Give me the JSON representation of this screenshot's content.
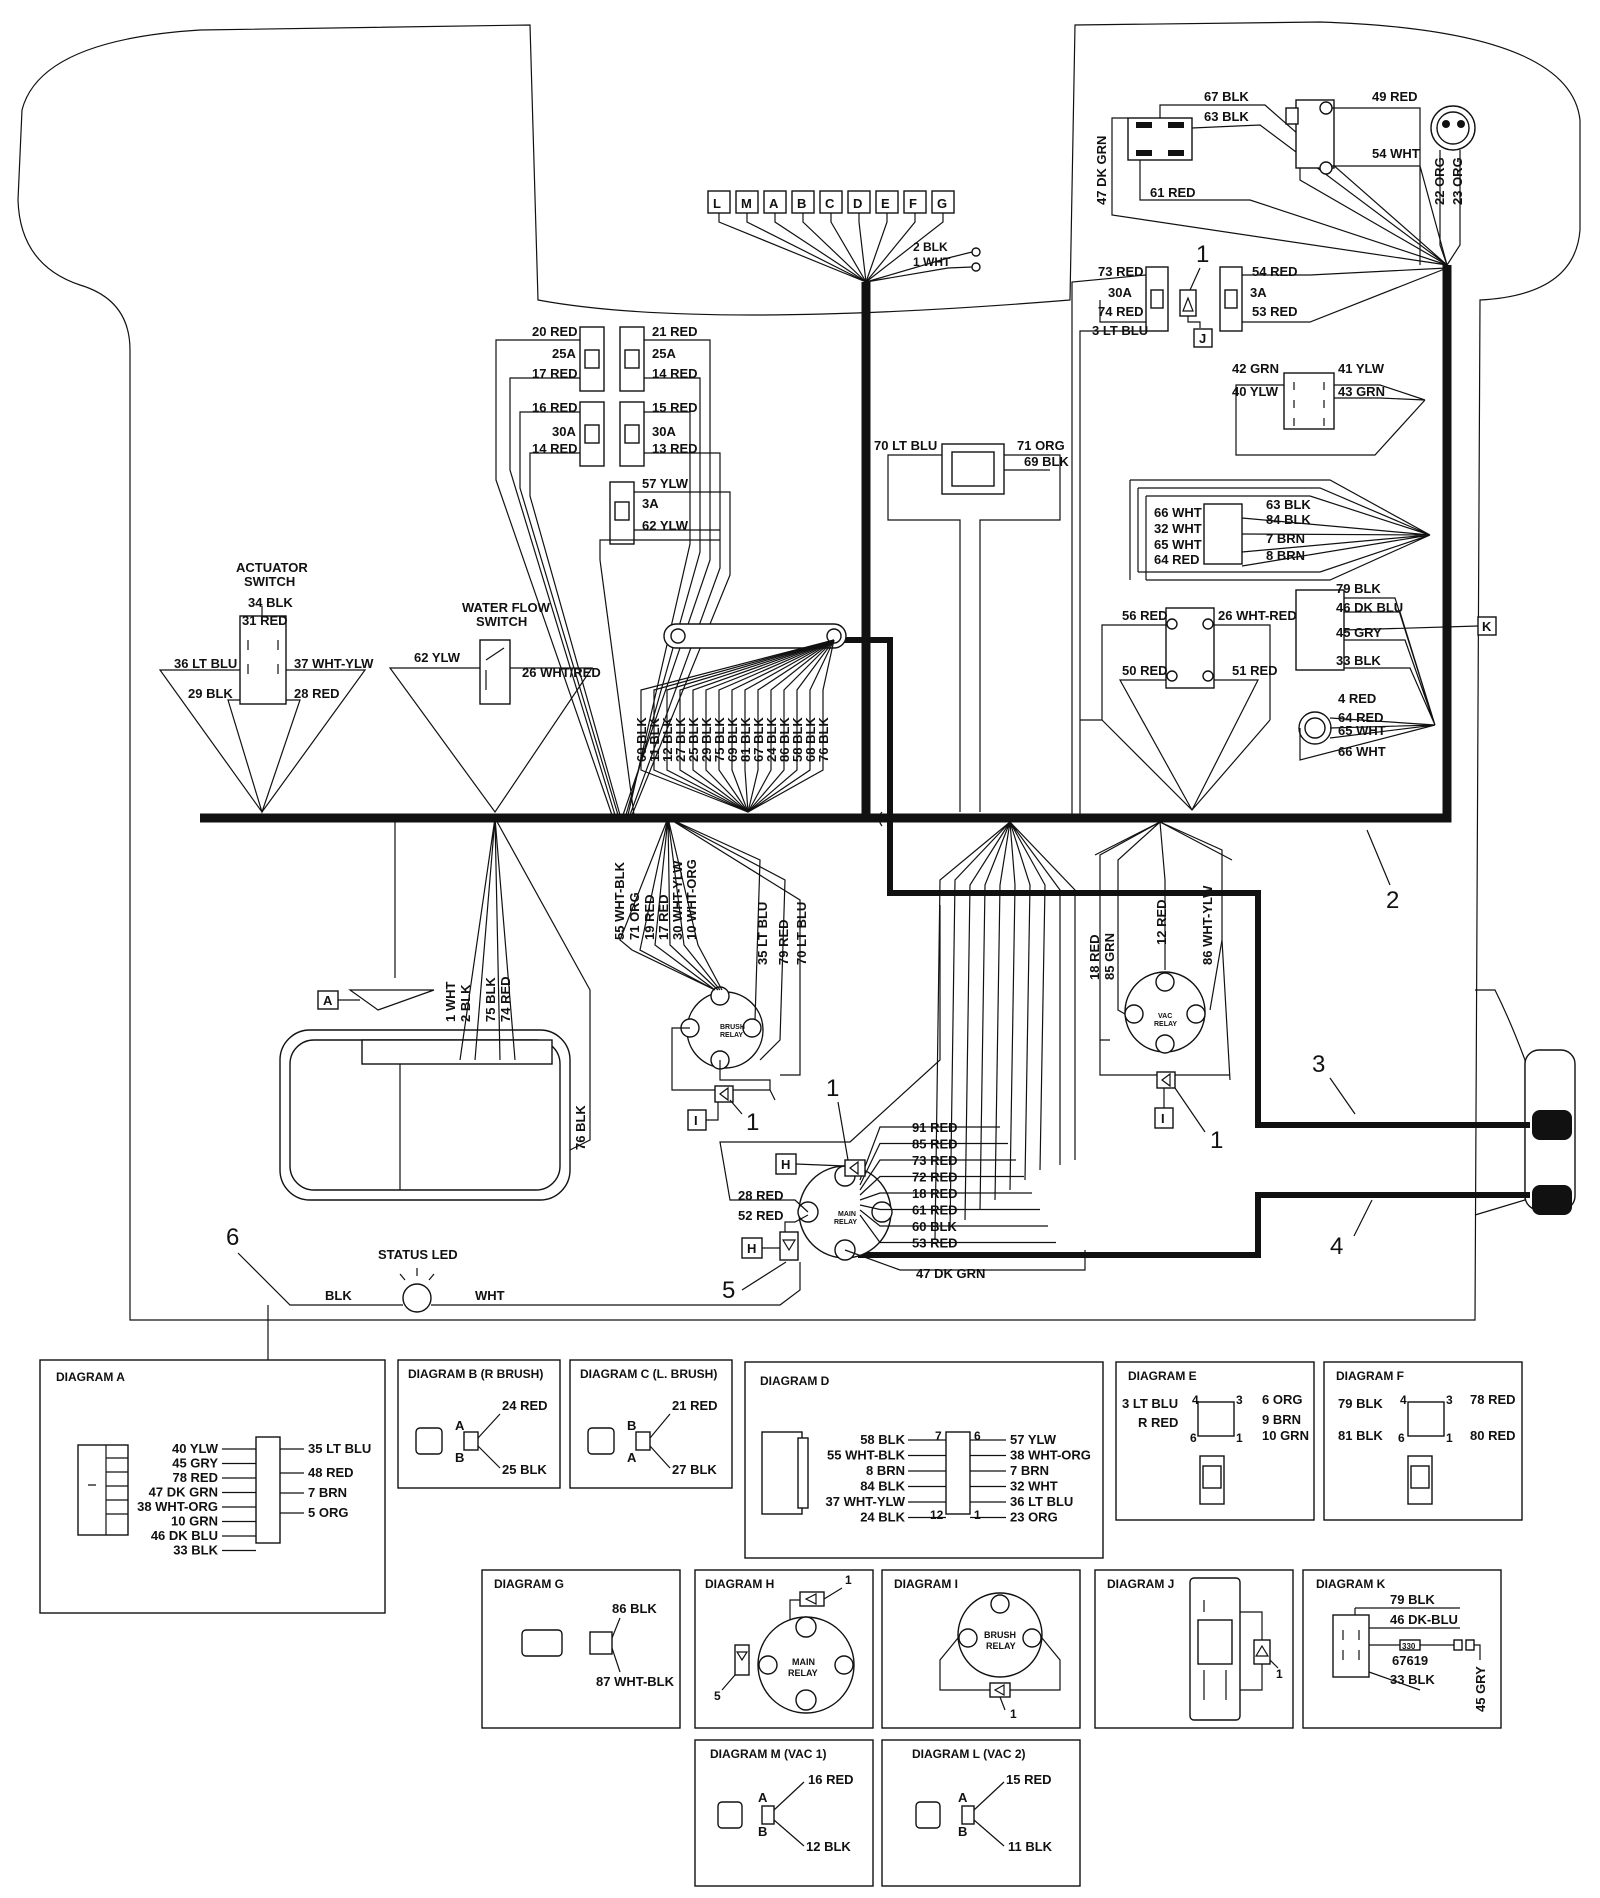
{
  "callouts": {
    "top_letters": [
      "L",
      "M",
      "A",
      "B",
      "C",
      "D",
      "E",
      "F",
      "G"
    ],
    "j": "J",
    "k": "K",
    "a": "A",
    "i_left": "I",
    "i_right": "I",
    "h_top": "H",
    "h_bottom": "H",
    "n1_top": "1",
    "n1_brush": "1",
    "n1_main": "1",
    "n1_vac": "1",
    "n2": "2",
    "n3": "3",
    "n4": "4",
    "n5": "5",
    "n6": "6"
  },
  "wires_top": {
    "ground_2": "2 BLK",
    "ground_1": "1 WHT",
    "relay_67": "67 BLK",
    "relay_63": "63 BLK",
    "wire_47": "47 DK GRN",
    "wire_61": "61 RED",
    "mod_49": "49 RED",
    "mod_54": "54 WHT",
    "conn_22": "22 ORG",
    "conn_23": "23 ORG"
  },
  "fuses_right": {
    "f73": "73 RED",
    "f30a": "30A",
    "f74": "74 RED",
    "f3": "3 LT BLU",
    "f54": "54 RED",
    "f3a": "3A",
    "f53": "53 RED"
  },
  "switch_right": {
    "w42": "42 GRN",
    "w41": "41 YLW",
    "w40": "40 YLW",
    "w43": "43 GRN"
  },
  "relay_right": {
    "w66": "66 WHT",
    "w32": "32 WHT",
    "w65": "65 WHT",
    "w64": "64 RED",
    "w63": "63 BLK",
    "w84": "84 BLK",
    "w7": "7 BRN",
    "w8": "8 BRN"
  },
  "breaker_right": {
    "w56": "56 RED",
    "w26": "26 WHT-RED",
    "w50": "50 RED",
    "w51": "51 RED"
  },
  "kconn": {
    "w79": "79 BLK",
    "w46": "46 DK BLU",
    "w45": "45 GRY",
    "w33": "33 BLK",
    "w4": "4 RED",
    "w64": "64 RED",
    "w65": "65 WHT",
    "w66": "66 WHT"
  },
  "mid_module": {
    "w70": "70 LT BLU",
    "w71": "71 ORG",
    "w69": "69 BLK"
  },
  "fuses_left": {
    "w20": "20 RED",
    "a25_1": "25A",
    "w17": "17 RED",
    "w21": "21 RED",
    "a25_2": "25A",
    "w14a": "14 RED",
    "w16": "16 RED",
    "a30_1": "30A",
    "w14b": "14 RED",
    "w15": "15 RED",
    "a30_2": "30A",
    "w13": "13 RED",
    "w57": "57 YLW",
    "a3": "3A",
    "w62": "62 YLW"
  },
  "ground_bundle": [
    "60 BLK",
    "11 BLK",
    "12 BLK",
    "27 BLK",
    "25 BLK",
    "29 BLK",
    "75 BLK",
    "69 BLK",
    "81 BLK",
    "67 BLK",
    "24 BLK",
    "86 BLK",
    "58 BLK",
    "68 BLK",
    "76 BLK"
  ],
  "actuator": {
    "title1": "ACTUATOR",
    "title2": "SWITCH",
    "w34": "34 BLK",
    "w31": "31 RED",
    "w36": "36 LT BLU",
    "w37": "37 WHT-YLW",
    "w29": "29 BLK",
    "w28": "28 RED"
  },
  "waterflow": {
    "title1": "WATER FLOW",
    "title2": "SWITCH",
    "w62": "62 YLW",
    "w26": "26 WHT/RED"
  },
  "controller": {
    "w1": "1 WHT",
    "w2": "2 BLK",
    "w75": "75 BLK",
    "w74": "74 RED",
    "w76": "76 BLK"
  },
  "brush_relay": {
    "label1": "BRUSH",
    "label2": "RELAY",
    "w55": "55 WHT-BLK",
    "w71": "71 ORG",
    "w19": "19 RED",
    "w17": "17 RED",
    "w30": "30 WHT-YLW",
    "w10": "10 WHT-ORG",
    "w35": "35 LT BLU",
    "w79": "79 RED",
    "w70": "70 LT BLU"
  },
  "vac_relay": {
    "label1": "VAC",
    "label2": "RELAY",
    "w18": "18 RED",
    "w85": "85 GRN",
    "w12": "12 RED",
    "w86": "86 WHT-YLW"
  },
  "main_relay": {
    "label1": "MAIN",
    "label2": "RELAY",
    "right": [
      "91 RED",
      "85 RED",
      "73 RED",
      "72 RED",
      "18 RED",
      "61 RED",
      "60 BLK",
      "53 RED"
    ],
    "w28": "28 RED",
    "w52": "52 RED",
    "w47": "47 DK GRN"
  },
  "status_led": {
    "label": "STATUS LED",
    "blk": "BLK",
    "wht": "WHT"
  },
  "diagram_a": {
    "title": "DIAGRAM A",
    "left": [
      "40 YLW",
      "45 GRY",
      "78 RED",
      "47 DK GRN",
      "38 WHT-ORG",
      "10 GRN",
      "46 DK BLU",
      "33 BLK"
    ],
    "right": [
      "35 LT BLU",
      "48 RED",
      "7 BRN",
      "5 ORG"
    ]
  },
  "diagram_b": {
    "title": "DIAGRAM B (R BRUSH)",
    "top": "24 RED",
    "bottom": "25 BLK",
    "pa": "A",
    "pb": "B"
  },
  "diagram_c": {
    "title": "DIAGRAM C (L. BRUSH)",
    "top": "21 RED",
    "bottom": "27 BLK",
    "pa": "B",
    "pb": "A"
  },
  "diagram_d": {
    "title": "DIAGRAM D",
    "left": [
      "58 BLK",
      "55 WHT-BLK",
      "8 BRN",
      "84 BLK",
      "37 WHT-YLW",
      "24 BLK"
    ],
    "right": [
      "57 YLW",
      "38 WHT-ORG",
      "7 BRN",
      "32 WHT",
      "36 LT BLU",
      "23 ORG"
    ],
    "p7": "7",
    "p6": "6",
    "p12": "12",
    "p1": "1"
  },
  "diagram_e": {
    "title": "DIAGRAM E",
    "w3": "3 LT BLU",
    "wr": "R RED",
    "w6": "6 ORG",
    "w9": "9 BRN",
    "w10": "10 GRN",
    "p4": "4",
    "p3": "3",
    "p6": "6",
    "p1": "1"
  },
  "diagram_f": {
    "title": "DIAGRAM F",
    "w79": "79 BLK",
    "w81": "81 BLK",
    "w78": "78 RED",
    "w80": "80 RED",
    "p4": "4",
    "p3": "3",
    "p6": "6",
    "p1": "1"
  },
  "diagram_g": {
    "title": "DIAGRAM G",
    "w86": "86 BLK",
    "w87": "87 WHT-BLK"
  },
  "diagram_h": {
    "title": "DIAGRAM H",
    "n1": "1",
    "n5": "5",
    "label1": "MAIN",
    "label2": "RELAY"
  },
  "diagram_i": {
    "title": "DIAGRAM I",
    "n1": "1",
    "label1": "BRUSH",
    "label2": "RELAY"
  },
  "diagram_j": {
    "title": "DIAGRAM J",
    "n1": "1"
  },
  "diagram_k": {
    "title": "DIAGRAM K",
    "w79": "79 BLK",
    "w46": "46 DK-BLU",
    "r330": "330",
    "part": "67619",
    "w33": "33 BLK",
    "w45": "45 GRY"
  },
  "diagram_m": {
    "title": "DIAGRAM M (VAC 1)",
    "top": "16 RED",
    "bottom": "12 BLK",
    "pa": "A",
    "pb": "B"
  },
  "diagram_l": {
    "title": "DIAGRAM L (VAC 2)",
    "top": "15 RED",
    "bottom": "11 BLK",
    "pa": "A",
    "pb": "B"
  }
}
